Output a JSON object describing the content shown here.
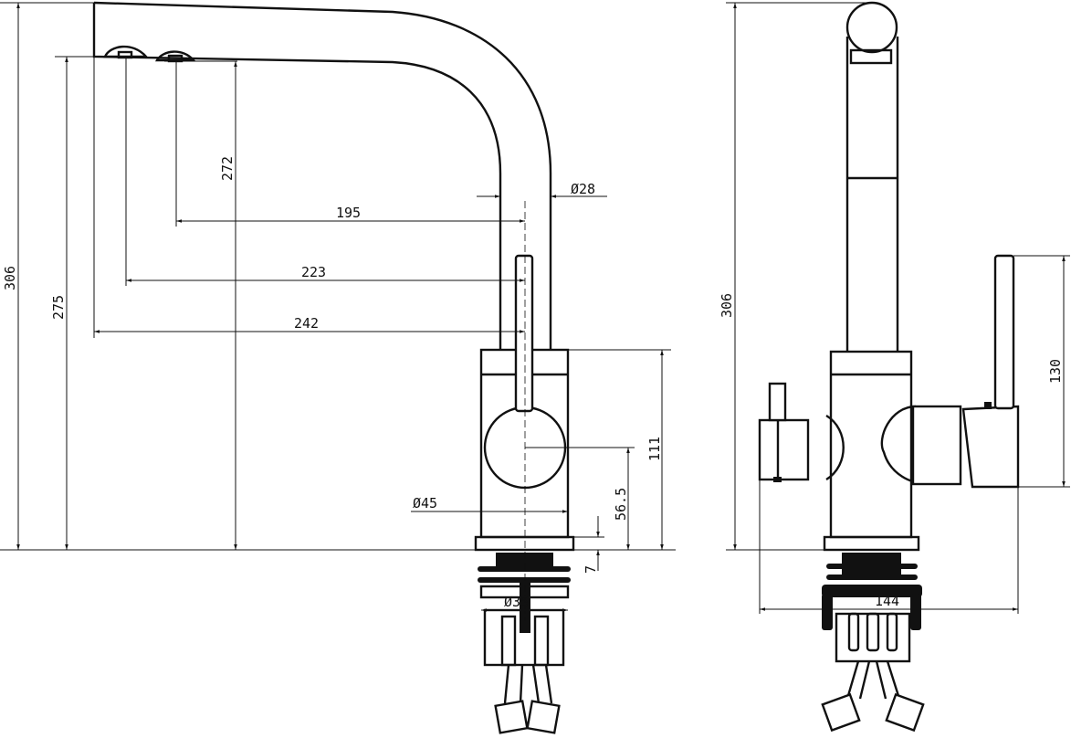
{
  "side_view": {
    "total_height": "306",
    "spout_outlet_height": "275",
    "second_outlet_height": "272",
    "reach_195": "195",
    "reach_223": "223",
    "reach_242": "242",
    "spout_diameter": "Ø28",
    "body_diameter": "Ø45",
    "body_height": "111",
    "handle_axis_height": "56.5",
    "base_thickness": "7",
    "mount_diameter": "Ø35"
  },
  "front_view": {
    "total_height": "306",
    "lever_height": "130",
    "overall_width": "144"
  }
}
